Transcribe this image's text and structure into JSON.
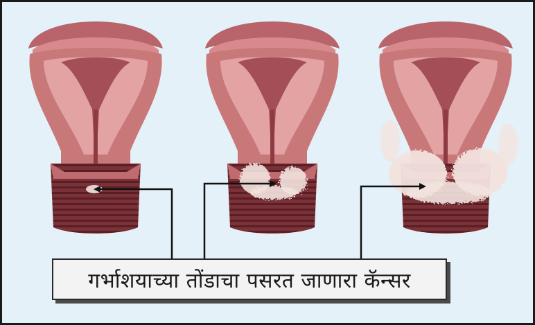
{
  "caption": "गर्भाशयाच्या तोंडाचा पसरत जाणारा कॅन्सर",
  "stages": [
    {
      "id": "stage-1",
      "lesion": "small"
    },
    {
      "id": "stage-2",
      "lesion": "medium"
    },
    {
      "id": "stage-3",
      "lesion": "large"
    }
  ],
  "colors": {
    "background": "#e4f1f8",
    "tissue_outer": "#c9787a",
    "tissue_inner": "#e3a3a3",
    "cavity": "#a44f57",
    "cervix_dark": "#6e2a30",
    "lesion": "#f2e3de",
    "arrow": "#111111"
  }
}
